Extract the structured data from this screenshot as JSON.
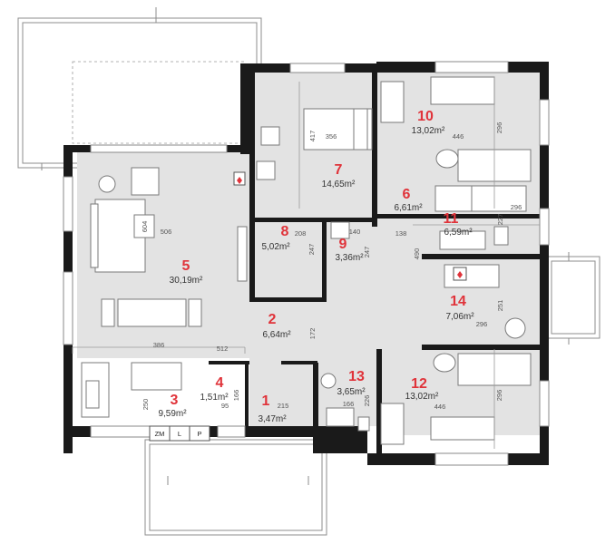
{
  "rooms": [
    {
      "num": "1",
      "area": "3,47m²"
    },
    {
      "num": "2",
      "area": "6,64m²"
    },
    {
      "num": "3",
      "area": "9,59m²"
    },
    {
      "num": "4",
      "area": "1,51m²"
    },
    {
      "num": "5",
      "area": "30,19m²"
    },
    {
      "num": "6",
      "area": "6,61m²"
    },
    {
      "num": "7",
      "area": "14,65m²"
    },
    {
      "num": "8",
      "area": "5,02m²"
    },
    {
      "num": "9",
      "area": "3,36m²"
    },
    {
      "num": "10",
      "area": "13,02m²"
    },
    {
      "num": "11",
      "area": "6,59m²"
    },
    {
      "num": "12",
      "area": "13,02m²"
    },
    {
      "num": "13",
      "area": "3,65m²"
    },
    {
      "num": "14",
      "area": "7,06m²"
    }
  ],
  "dims": [
    "417",
    "356",
    "446",
    "296",
    "604",
    "506",
    "208",
    "247",
    "140",
    "247",
    "138",
    "490",
    "227",
    "296",
    "251",
    "296",
    "386",
    "512",
    "172",
    "296",
    "446",
    "250",
    "95",
    "166",
    "215",
    "226",
    "166"
  ],
  "appliance_labels": [
    "ZM",
    "L",
    "P"
  ]
}
